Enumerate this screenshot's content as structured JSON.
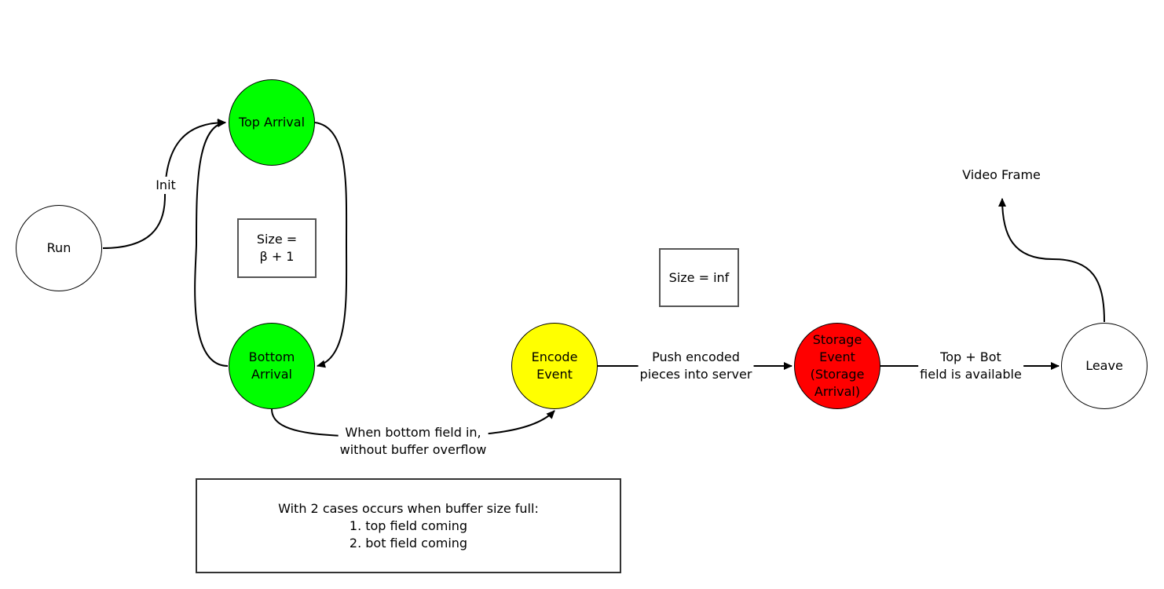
{
  "colors": {
    "green": "#00ff00",
    "yellow": "#ffff00",
    "red": "#ff0000",
    "white": "#ffffff",
    "stroke": "#000000"
  },
  "nodes": {
    "run": "Run",
    "top_arrival": "Top Arrival",
    "bottom_arrival": "Bottom\nArrival",
    "encode_event": "Encode\nEvent",
    "storage_event": "Storage\nEvent\n(Storage\nArrival)",
    "leave": "Leave"
  },
  "boxes": {
    "buffer_size": "Size =\nβ + 1",
    "storage_size": "Size = inf",
    "note": "With 2 cases occurs when buffer size full:\n1. top field coming\n2. bot field coming"
  },
  "edge_labels": {
    "init": "Init",
    "bottom_to_encode": "When bottom field in,\nwithout buffer overflow",
    "encode_to_storage": "Push encoded\npieces into server",
    "storage_to_leave": "Top + Bot\nfield is available"
  },
  "output_label": "Video Frame"
}
